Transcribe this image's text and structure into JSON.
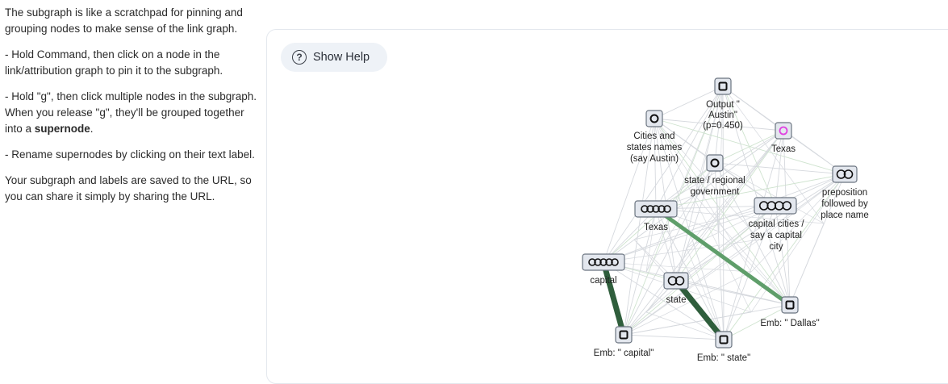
{
  "help": {
    "p1": "The subgraph is like a scratchpad for pinning and grouping nodes to make sense of the link graph.",
    "p2": "- Hold Command, then click on a node in the link/attribution graph to pin it to the subgraph.",
    "p3_a": "- Hold \"g\", then click multiple nodes in the subgraph. When you release \"g\", they'll be grouped together into a ",
    "p3_b": "supernode",
    "p3_c": ".",
    "p4": "- Rename supernodes by clicking on their text label.",
    "p5": "Your subgraph and labels are saved to the URL, so you can share it simply by sharing the URL."
  },
  "toolbar": {
    "help_icon": "?",
    "show_help_label": "Show Help"
  },
  "colors": {
    "edge_light": "#d6d9de",
    "edge_green_light": "#cfe3cf",
    "edge_strong": "#2f5e3c",
    "edge_mid": "#5f9e6a",
    "node_fill": "#e3e7ee",
    "node_stroke": "#6b7480",
    "highlight": "#e040e0"
  },
  "graph": {
    "nodes": [
      {
        "id": "output",
        "icon": "square-icon",
        "lines": [
          "Output \"",
          "Austin\"",
          "(p=0.450)"
        ]
      },
      {
        "id": "cities",
        "icon": "circle-icon",
        "lines": [
          "Cities and",
          "states names",
          "(say Austin)"
        ]
      },
      {
        "id": "texas_top",
        "icon": "circle-icon",
        "lines": [
          "Texas"
        ]
      },
      {
        "id": "state_regional",
        "icon": "circle-icon",
        "lines": [
          "state / regional",
          "government"
        ]
      },
      {
        "id": "preposition",
        "icon": "double-circle-icon",
        "lines": [
          "preposition",
          "followed by",
          "place name"
        ]
      },
      {
        "id": "capital_cities",
        "icon": "quad-circle-icon",
        "lines": [
          "capital cities /",
          "say a capital",
          "city"
        ]
      },
      {
        "id": "texas_mid",
        "icon": "quint-circle-icon",
        "lines": [
          "Texas"
        ]
      },
      {
        "id": "capital",
        "icon": "quint-circle-icon",
        "lines": [
          "capital"
        ]
      },
      {
        "id": "state",
        "icon": "double-circle-icon",
        "lines": [
          "state"
        ]
      },
      {
        "id": "emb_dallas",
        "icon": "square-icon",
        "lines": [
          "Emb: \" Dallas\""
        ]
      },
      {
        "id": "emb_capital",
        "icon": "square-icon",
        "lines": [
          "Emb: \" capital\""
        ]
      },
      {
        "id": "emb_state",
        "icon": "square-icon",
        "lines": [
          "Emb: \" state\""
        ]
      }
    ]
  }
}
